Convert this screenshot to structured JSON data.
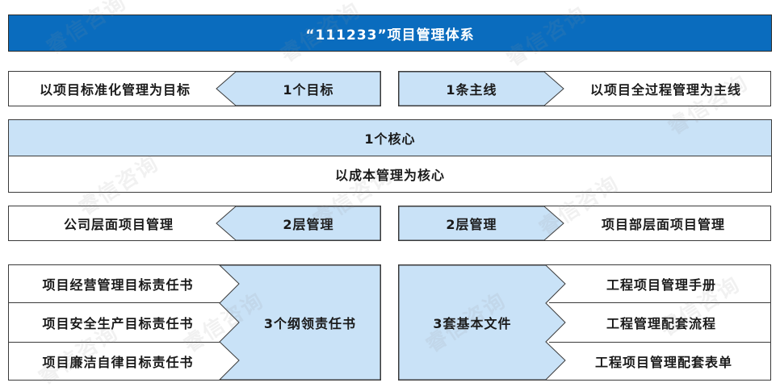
{
  "title": "“111233”项目管理体系",
  "row1": {
    "left_text": "以项目标准化管理为目标",
    "left_arrow": "1个目标",
    "right_arrow": "1条主线",
    "right_text": "以项目全过程管理为主线"
  },
  "core": {
    "header": "1个核心",
    "body": "以成本管理为核心"
  },
  "row3": {
    "left_text": "公司层面项目管理",
    "left_arrow": "2层管理",
    "right_arrow": "2层管理",
    "right_text": "项目部层面项目管理"
  },
  "books": {
    "label": "3个纲领责任书",
    "items": [
      "项目经营管理目标责任书",
      "项目安全生产目标责任书",
      "项目廉洁自律目标责任书"
    ]
  },
  "files": {
    "label": "3套基本文件",
    "items": [
      "工程项目管理手册",
      "工程管理配套流程",
      "工程项目管理配套表单"
    ]
  },
  "watermark": "睿信咨询",
  "colors": {
    "title_bg": "#0a6cbe",
    "light_blue": "#c9e2f7",
    "border": "#3a3a3a"
  }
}
